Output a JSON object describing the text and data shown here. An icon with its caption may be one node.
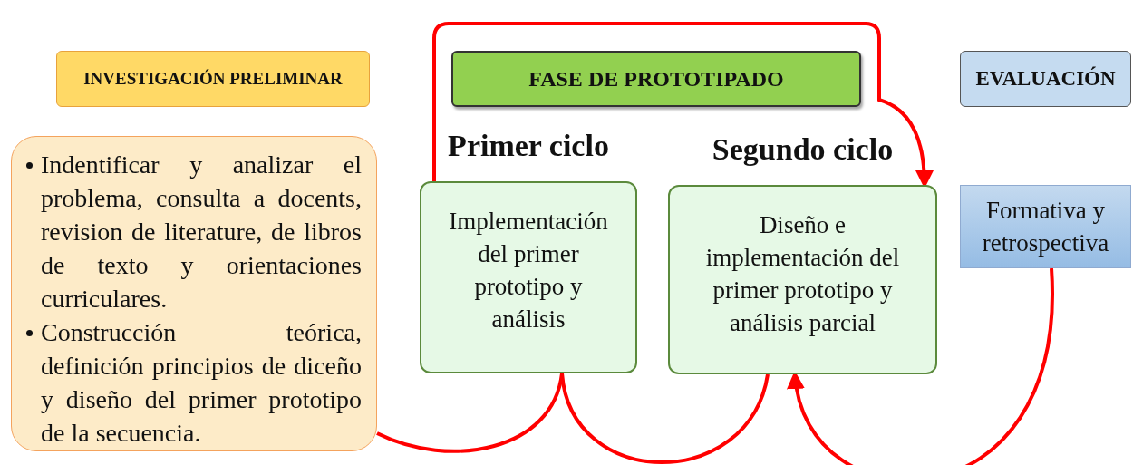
{
  "diagram": {
    "nodes": [
      {
        "text": [
          "INVESTIGACIÓN PRELIMINAR"
        ]
      },
      {
        "text": [
          "Indentificar y analizar el problema, consulta a docents, revision de literature, de libros de texto y orientaciones curriculares.",
          "Construcción teórica, definición principios de diceño y diseño del primer prototipo de la secuencia."
        ]
      },
      {
        "text": [
          "FASE DE PROTOTIPADO"
        ]
      },
      {
        "text": [
          "Primer ciclo",
          "Implementación del primer prototipo y análisis"
        ]
      },
      {
        "text": [
          "Segundo ciclo",
          "Diseño e implementación del primer prototipo y análisis parcial"
        ]
      },
      {
        "text": [
          "EVALUACIÓN"
        ]
      },
      {
        "text": [
          "Formativa y retrospectiva"
        ]
      }
    ],
    "edges": [
      {
        "from": 1,
        "to": 3,
        "arrow": "none"
      },
      {
        "from": 3,
        "to": 4,
        "arrow": "to"
      },
      {
        "from": 3,
        "to": 4,
        "arrow": "none"
      },
      {
        "from": 6,
        "to": 4,
        "arrow": "to"
      }
    ]
  }
}
